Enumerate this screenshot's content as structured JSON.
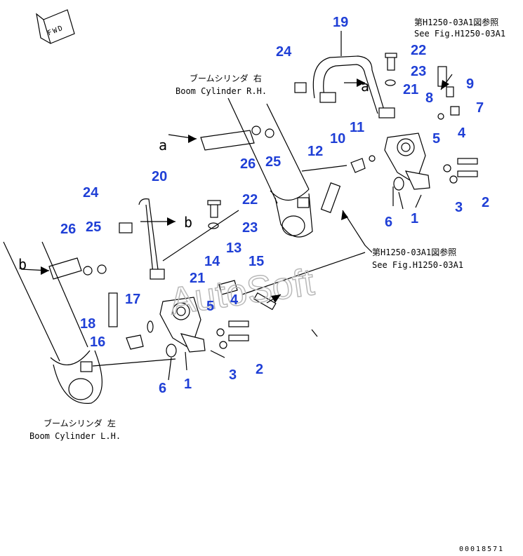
{
  "fwd_label": "FWD",
  "watermark": "AutoSoft",
  "figure_number": "00018571",
  "callouts": [
    {
      "id": "c19-r",
      "text": "19"
    },
    {
      "id": "c24-r",
      "text": "24"
    },
    {
      "id": "c22-r",
      "text": "22"
    },
    {
      "id": "c23-r",
      "text": "23"
    },
    {
      "id": "c21-r",
      "text": "21"
    },
    {
      "id": "c8-r",
      "text": "8"
    },
    {
      "id": "c9-r",
      "text": "9"
    },
    {
      "id": "c7-r",
      "text": "7"
    },
    {
      "id": "c11-r",
      "text": "11"
    },
    {
      "id": "c10-r",
      "text": "10"
    },
    {
      "id": "c12-r",
      "text": "12"
    },
    {
      "id": "c5-r",
      "text": "5"
    },
    {
      "id": "c4-r",
      "text": "4"
    },
    {
      "id": "c26-r",
      "text": "26"
    },
    {
      "id": "c25-r",
      "text": "25"
    },
    {
      "id": "c20-l",
      "text": "20"
    },
    {
      "id": "c24-l",
      "text": "24"
    },
    {
      "id": "c22-l",
      "text": "22"
    },
    {
      "id": "c26-l",
      "text": "26"
    },
    {
      "id": "c25-l",
      "text": "25"
    },
    {
      "id": "c23-l",
      "text": "23"
    },
    {
      "id": "c6-r",
      "text": "6"
    },
    {
      "id": "c1-r",
      "text": "1"
    },
    {
      "id": "c3-r",
      "text": "3"
    },
    {
      "id": "c2-r",
      "text": "2"
    },
    {
      "id": "c13-l",
      "text": "13"
    },
    {
      "id": "c14-l",
      "text": "14"
    },
    {
      "id": "c15-l",
      "text": "15"
    },
    {
      "id": "c21-l",
      "text": "21"
    },
    {
      "id": "c17-l",
      "text": "17"
    },
    {
      "id": "c5-l",
      "text": "5"
    },
    {
      "id": "c4-l",
      "text": "4"
    },
    {
      "id": "c18-l",
      "text": "18"
    },
    {
      "id": "c16-l",
      "text": "16"
    },
    {
      "id": "c6-l",
      "text": "6"
    },
    {
      "id": "c1-l",
      "text": "1"
    },
    {
      "id": "c3-l",
      "text": "3"
    },
    {
      "id": "c2-l",
      "text": "2"
    }
  ],
  "annotations": {
    "ref_top_jp": "第H1250-03A1図参照",
    "ref_top_en": "See Fig.H1250-03A1",
    "ref_mid_jp": "第H1250-03A1図参照",
    "ref_mid_en": "See Fig.H1250-03A1",
    "boom_r_jp": "ブームシリンダ 右",
    "boom_r_en": "Boom Cylinder R.H.",
    "boom_l_jp": "ブームシリンダ 左",
    "boom_l_en": "Boom Cylinder L.H.",
    "arrow_a_1": "a",
    "arrow_a_2": "a",
    "arrow_b_1": "b",
    "arrow_b_2": "b"
  }
}
